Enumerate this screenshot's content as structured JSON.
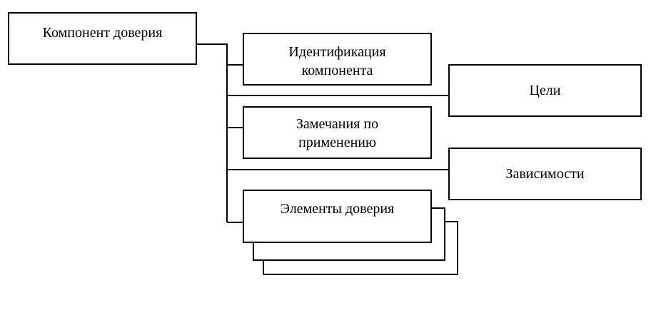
{
  "diagram": {
    "root": {
      "label": "Компонент доверия"
    },
    "identification": {
      "label": "Идентификация компонента"
    },
    "objectives": {
      "label": "Цели"
    },
    "application_notes": {
      "label": "Замечания по применению"
    },
    "dependencies": {
      "label": "Зависимости"
    },
    "elements": {
      "label": "Элементы доверия"
    }
  },
  "colors": {
    "stroke": "#000000",
    "background": "#ffffff"
  }
}
